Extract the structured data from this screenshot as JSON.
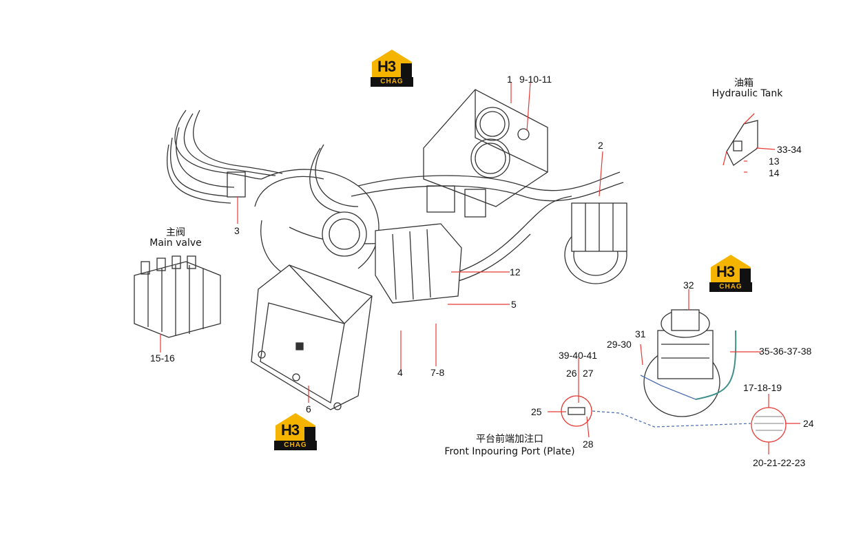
{
  "brand": {
    "logo_top": "H3",
    "logo_bottom": "CHAG",
    "colors": {
      "yellow": "#f5b400",
      "dark": "#111111"
    }
  },
  "captions": {
    "main_valve_cn": "主阀",
    "main_valve_en": "Main valve",
    "hydraulic_tank_cn": "油箱",
    "hydraulic_tank_en": "Hydraulic Tank",
    "front_port_cn": "平台前端加注口",
    "front_port_en": "Front Inpouring Port (Plate)"
  },
  "callouts": [
    "1",
    "9-10-11",
    "2",
    "3",
    "33-34",
    "13",
    "14",
    "12",
    "5",
    "15-16",
    "4",
    "7-8",
    "6",
    "32",
    "31",
    "29-30",
    "39-40-41",
    "35-36-37-38",
    "26",
    "27",
    "17-18-19",
    "25",
    "24",
    "28",
    "20-21-22-23"
  ],
  "colors": {
    "line": "#333333",
    "accent_red": "#e53935",
    "accent_blue": "#4f6fb3",
    "teal": "#3f8f8a"
  }
}
